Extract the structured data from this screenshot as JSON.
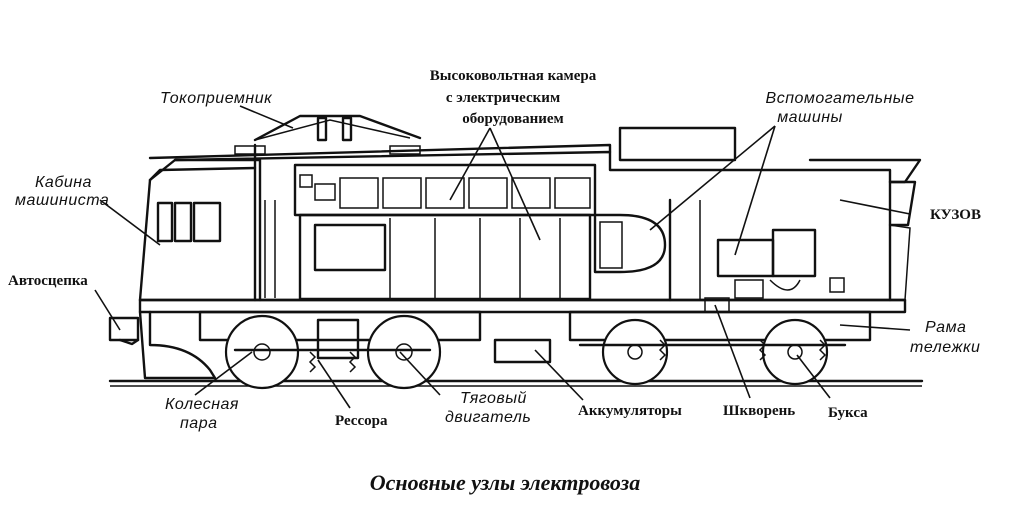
{
  "caption": "Основные узлы электровоза",
  "labels": {
    "tokopriemnik": "Токоприемник",
    "kabina_1": "Кабина",
    "kabina_2": "машиниста",
    "avtoscepka": "Автосцепка",
    "hv_1": "Высоковольтная камера",
    "hv_2": "с электрическим",
    "hv_3": "оборудованием",
    "aux_1": "Вспомогательные",
    "aux_2": "машины",
    "kuzov": "КУЗОВ",
    "rama_1": "Рама",
    "rama_2": "тележки",
    "kolesnaya_1": "Колесная",
    "kolesnaya_2": "пара",
    "ressora": "Рессора",
    "tyag_1": "Тяговый",
    "tyag_2": "двигатель",
    "akkum": "Аккумуляторы",
    "shkvoren": "Шкворень",
    "buksa": "Букса"
  }
}
